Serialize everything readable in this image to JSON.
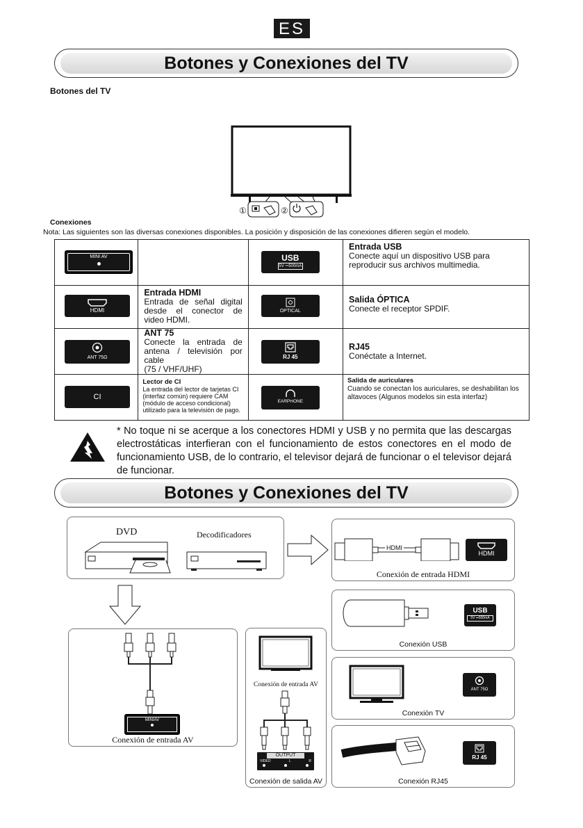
{
  "language_badge": "ES",
  "banner_title_1": "Botones y Conexiones del TV",
  "section_buttons": "Botones del TV",
  "tv_button_markers": [
    "①",
    "②"
  ],
  "section_connections": "Conexiones",
  "connections_note": "Nota: Las siguientes son las diversas conexiones disponibles. La posición y disposición de las conexiones difieren según el modelo.",
  "ports": {
    "miniav": {
      "plate": "MINI AV"
    },
    "usb": {
      "plate": "USB",
      "sub": "5V ⎓500mA",
      "title": "Entrada USB",
      "text": "Conecte aquí un dispositivo USB para reproducir sus archivos multimedia."
    },
    "hdmi": {
      "plate": "HDMI",
      "title": "Entrada HDMI",
      "text": "Entrada de señal digital desde el conector de video HDMI."
    },
    "optical": {
      "plate": "OPTICAL",
      "title": "Salida ÓPTICA",
      "text": "Conecte el receptor SPDIF."
    },
    "ant": {
      "plate": "ANT 75Ω",
      "title": "ANT 75",
      "text": "Conecte la entrada de antena / televisión por cable",
      "text2": "(75 / VHF/UHF)"
    },
    "rj45": {
      "plate": "RJ 45",
      "title": "RJ45",
      "text": "Conéctate a Internet."
    },
    "ci": {
      "plate": "CI",
      "title": "Lector de CI",
      "text": "La entrada del lector de tarjetas CI (interfaz común) requiere CAM (módulo de acceso condicional) utilizado para la televisión de pago."
    },
    "earphone": {
      "plate": "EARPHONE",
      "title": "Salida de auriculares",
      "text": "Cuando se conectan los auriculares, se deshabilitan los altavoces (Algunos modelos sin esta interfaz)"
    }
  },
  "warning": "* No toque ni se acerque a los conectores HDMI y USB y no permita que las descargas electrostáticas interfieran con el funcionamiento de estos conectores en el modo de funcionamiento USB, de lo contrario, el televisor dejará de funcionar o el televisor dejará de funcionar.",
  "banner_title_2": "Botones y Conexiones del TV",
  "diagram": {
    "dvd": "DVD",
    "decoders": "Decodificadores",
    "cable_hdmi": "HDMI",
    "plate_hdmi": "HDMI",
    "cap_hdmi": "Conexión de entrada HDMI",
    "plate_usb": "USB",
    "plate_usb_sub": "5V ⎓500mA",
    "cap_usb": "Conexión USB",
    "plate_ant": "ANT 75Ω",
    "cap_tv": "Conexión TV",
    "plate_rj45": "RJ 45",
    "cap_rj45": "Conexión RJ45",
    "plate_miniav": "MINIAV",
    "cap_av_in_left": "Conexión de entrada AV",
    "cap_av_in_mid": "Conexión de entrada AV",
    "output": "OUTPUT",
    "out_video": "VIDEO",
    "out_l": "L",
    "out_r": "R",
    "cap_av_out": "Conexión de salida AV"
  }
}
